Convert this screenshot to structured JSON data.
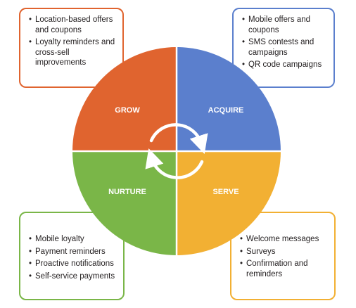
{
  "quadrants": {
    "grow": {
      "label": "GROW",
      "color": "#e0642f"
    },
    "acquire": {
      "label": "ACQUIRE",
      "color": "#5b7fcd"
    },
    "nurture": {
      "label": "NURTURE",
      "color": "#7ab648"
    },
    "serve": {
      "label": "SERVE",
      "color": "#f2b033"
    }
  },
  "boxes": {
    "grow": {
      "border_color": "#e0642f",
      "items": [
        "Location-based offers and coupons",
        "Loyalty reminders and cross-sell improvements"
      ]
    },
    "acquire": {
      "border_color": "#5b7fcd",
      "items": [
        "Mobile offers and coupons",
        "SMS contests and campaigns",
        "QR code campaigns"
      ]
    },
    "nurture": {
      "border_color": "#7ab648",
      "items": [
        "Mobile loyalty",
        "Payment reminders",
        "Proactive notifications",
        "Self-service payments"
      ]
    },
    "serve": {
      "border_color": "#f2b033",
      "items": [
        "Welcome messages",
        "Surveys",
        "Confirmation and reminders"
      ]
    }
  },
  "bullet_char": "•",
  "cycle_arrow_color": "#ffffff"
}
